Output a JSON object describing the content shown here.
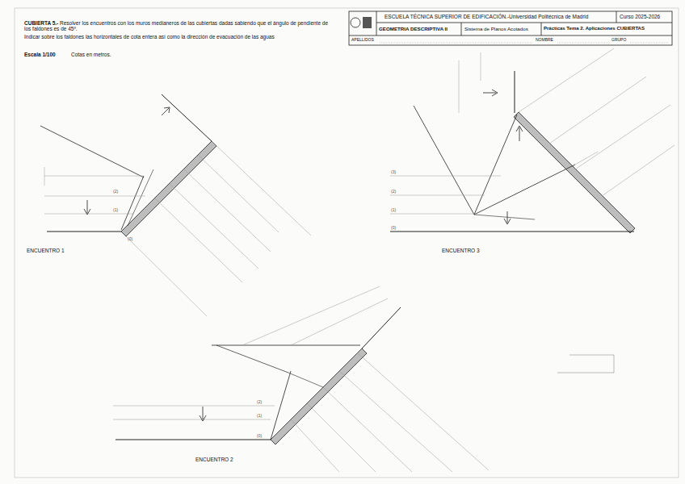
{
  "diagram": {
    "labels": [
      "CUBIERTA 5.-",
      "Resolver los encuentros con los muros medianeros de las cubiertas dadas sabiendo que el ángulo de pendiente de los faldones es de 45º.",
      "Indicar sobre los faldones las horizontales de cota entera así como la dirección de evacuación de las aguas",
      "Escala 1/100",
      "Cotas en metros.",
      "ESCUELA TÉCNICA SUPERIOR DE EDIFICACIÓN.-Universidad Politécnica de Madrid",
      "Curso 2025-2026",
      "GEOMETRIA DESCRIPTIVA II",
      "Sistema de Planos Acotados",
      "Prácticas Tema 2. Aplicaciones CUBIERTAS",
      "APELLIDOS",
      "NOMBRE",
      "GRUPO",
      "ENCUENTRO 1",
      "ENCUENTRO 3",
      "ENCUENTRO 2",
      "(2)",
      "(1)",
      "(0)",
      "(3)",
      "(2)",
      "(1)",
      "(0)",
      "(2)",
      "(1)",
      "(0)"
    ]
  }
}
